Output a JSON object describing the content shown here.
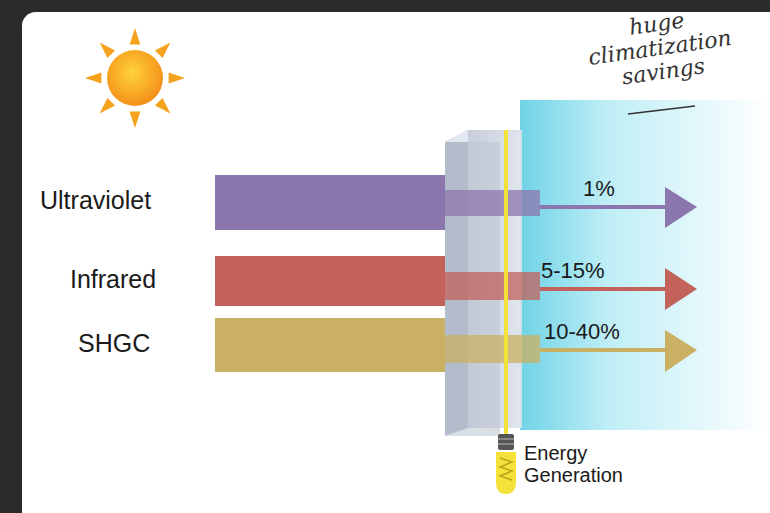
{
  "diagram": {
    "labels": [
      "huge climatization savings",
      "Ultraviolet",
      "Infrared",
      "SHGC",
      "1%",
      "5-15%",
      "10-40%",
      "Energy Generation"
    ]
  }
}
